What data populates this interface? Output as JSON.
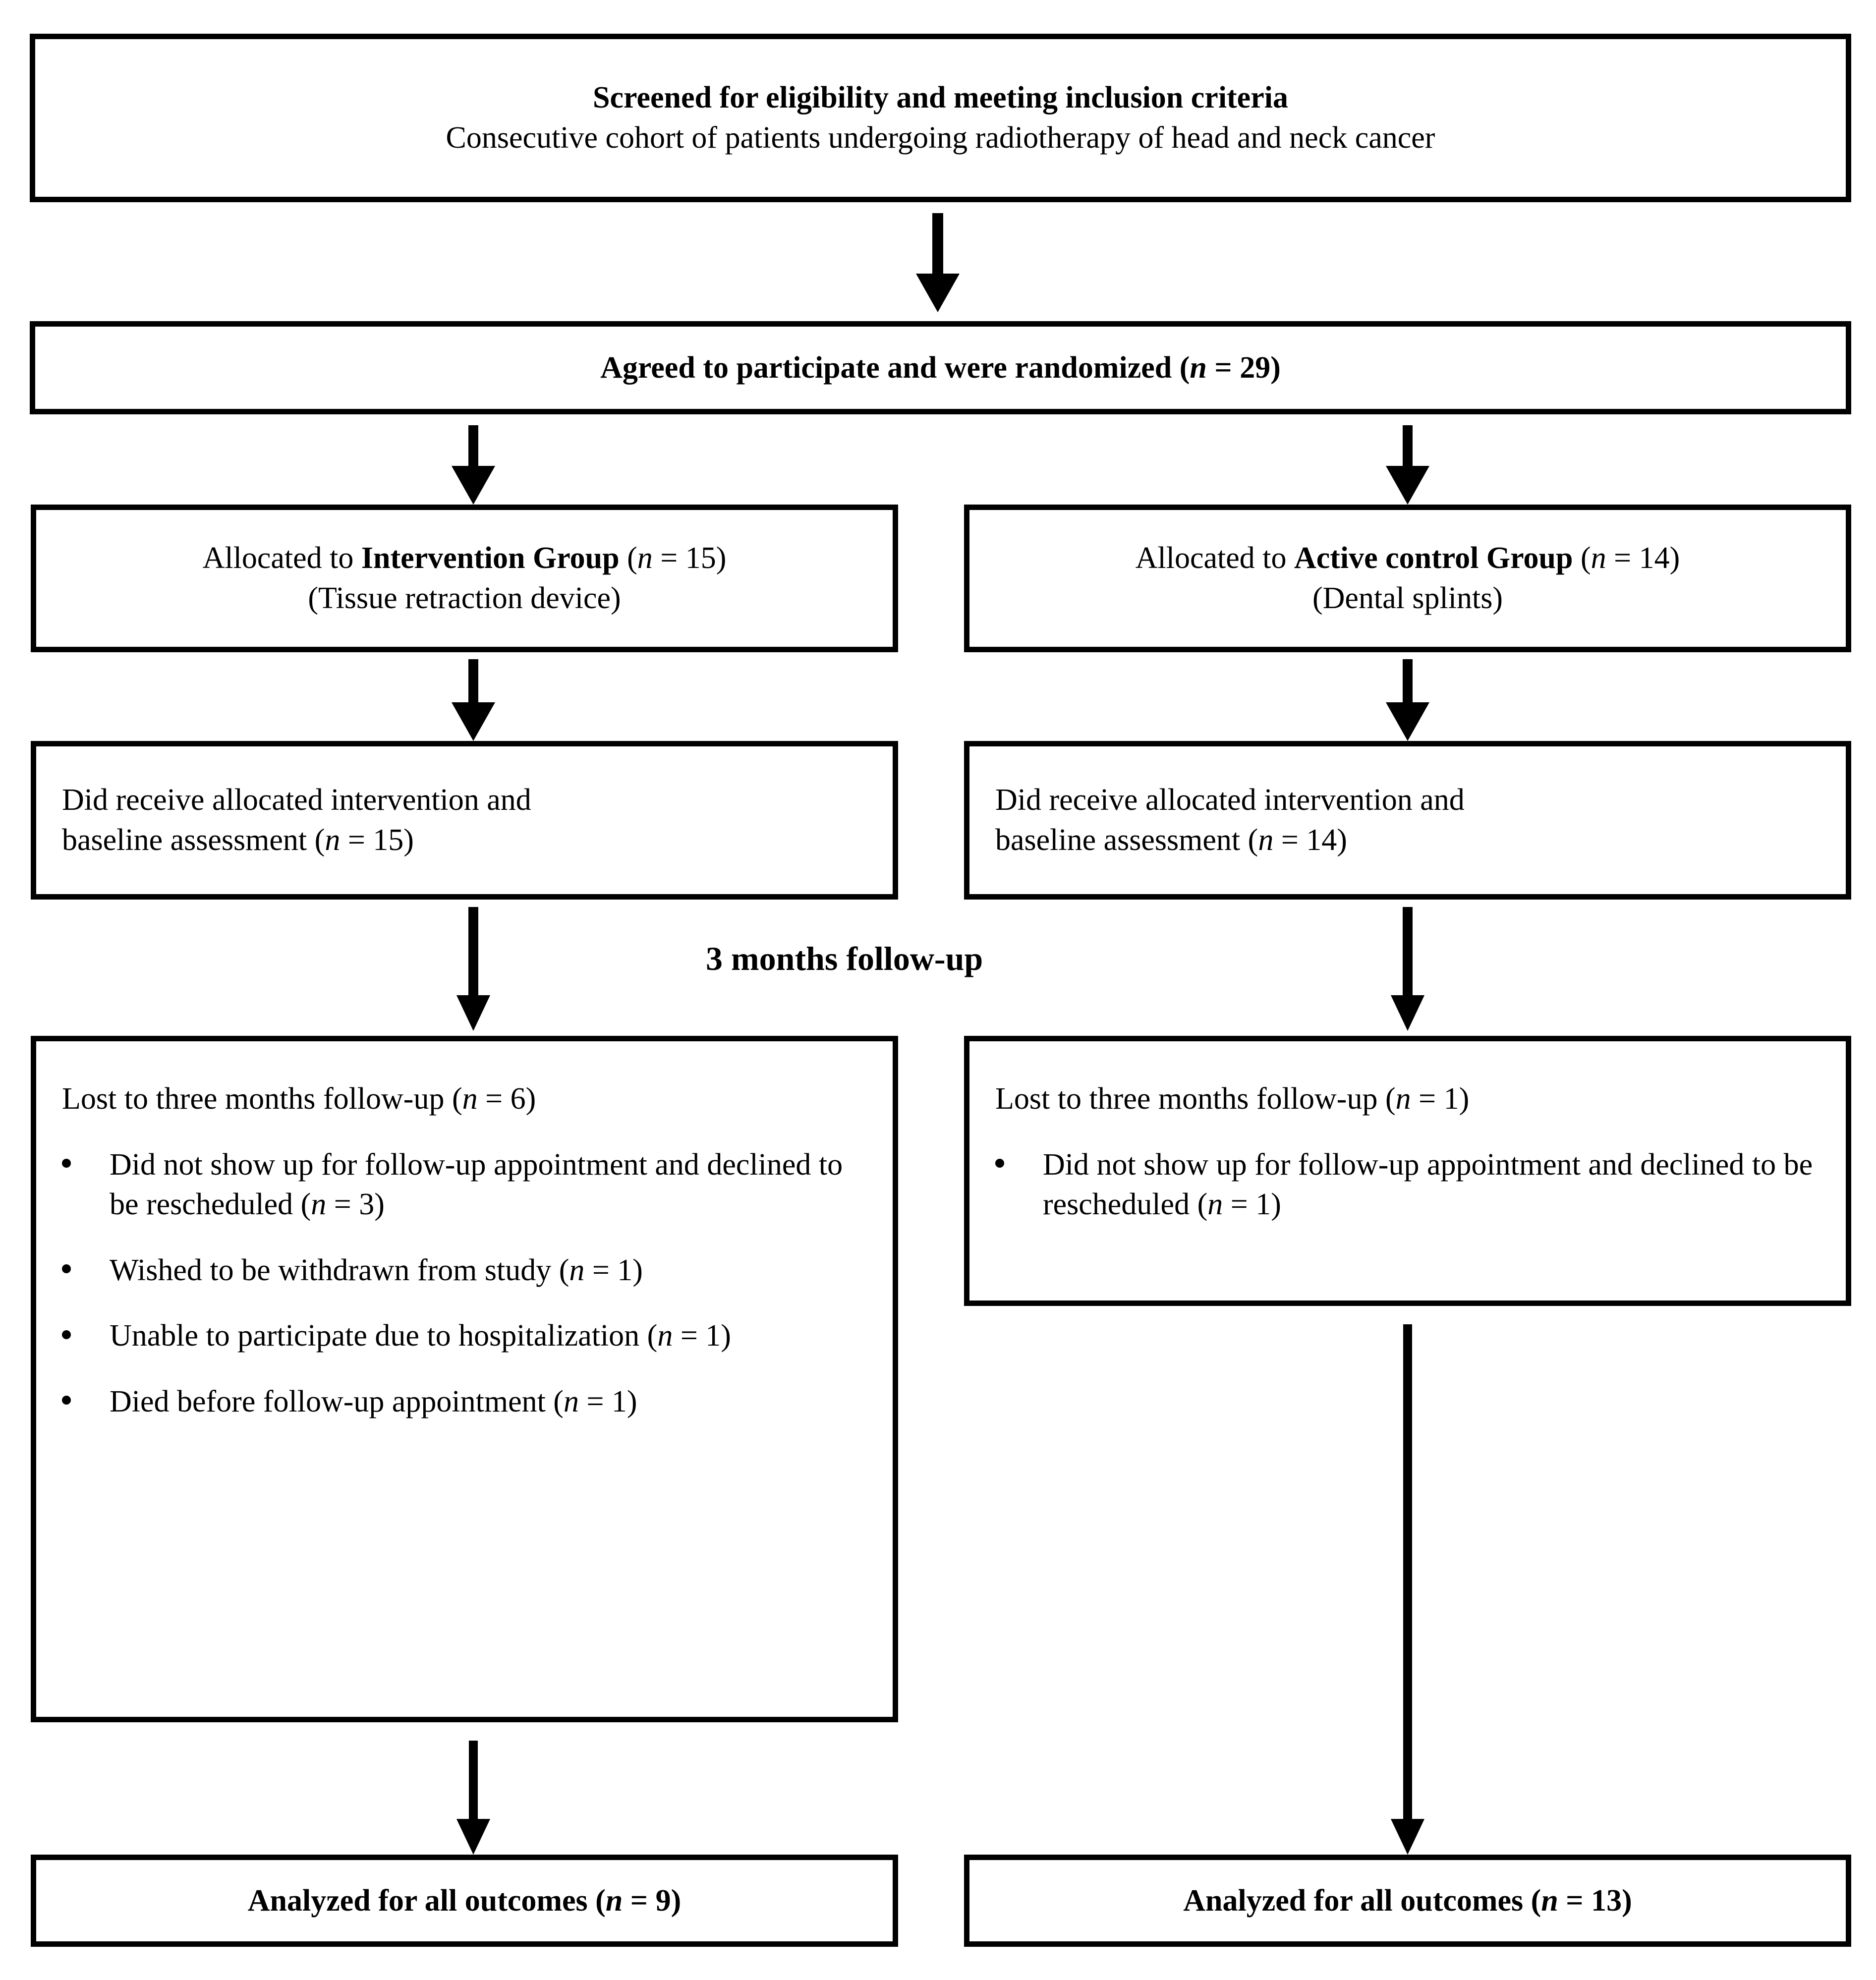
{
  "figure": {
    "type": "consort-flow-diagram",
    "stage_label": "3 months follow-up",
    "colors": {
      "line": "#000000",
      "background": "#ffffff",
      "text": "#000000"
    }
  },
  "screening": {
    "title": "Screened for eligibility and meeting inclusion criteria",
    "subtitle": "Consecutive cohort of patients undergoing radiotherapy of head and neck cancer"
  },
  "randomization": {
    "label_prefix": "Agreed to participate and were randomized (",
    "n_italic": "n",
    "n_value": " = 29)"
  },
  "allocation": {
    "intervention": {
      "prefix": "Allocated to ",
      "group": "Intervention Group",
      "n_italic": "n",
      "n_value": " = 15)",
      "open_paren": " (",
      "detail": "(Tissue retraction device)"
    },
    "control": {
      "prefix": "Allocated to ",
      "group": "Active control Group",
      "n_italic": "n",
      "n_value": " = 14)",
      "open_paren": " (",
      "detail": "(Dental splints)"
    }
  },
  "received": {
    "intervention": {
      "line1": "Did receive allocated intervention and",
      "line2_prefix": "baseline assessment (",
      "n_italic": "n",
      "line2_suffix": " = 15)"
    },
    "control": {
      "line1": "Did receive allocated intervention and",
      "line2_prefix": "baseline assessment (",
      "n_italic": "n",
      "line2_suffix": " = 14)"
    }
  },
  "lost_followup": {
    "intervention": {
      "heading_prefix": "Lost to three months follow-up (",
      "n_italic": "n",
      "heading_suffix": " = 6)",
      "items": [
        {
          "text_prefix": "Did not show up for follow-up appointment and declined to be rescheduled (",
          "n_italic": "n",
          "text_suffix": " = 3)"
        },
        {
          "text_prefix": "Wished to be withdrawn from study (",
          "n_italic": "n",
          "text_suffix": " = 1)"
        },
        {
          "text_prefix": "Unable to participate due to hospitalization (",
          "n_italic": "n",
          "text_suffix": " = 1)"
        },
        {
          "text_prefix": "Died before follow-up appointment (",
          "n_italic": "n",
          "text_suffix": " = 1)"
        }
      ]
    },
    "control": {
      "heading_prefix": "Lost to three months follow-up (",
      "n_italic": "n",
      "heading_suffix": " = 1)",
      "items": [
        {
          "text_prefix": "Did not show up for follow-up appointment and declined to be rescheduled (",
          "n_italic": "n",
          "text_suffix": " = 1)"
        }
      ]
    }
  },
  "analyzed": {
    "intervention": {
      "prefix": "Analyzed for all outcomes (",
      "n_italic": "n",
      "suffix": " = 9)"
    },
    "control": {
      "prefix": "Analyzed for all outcomes (",
      "n_italic": "n",
      "suffix": " = 13)"
    }
  }
}
